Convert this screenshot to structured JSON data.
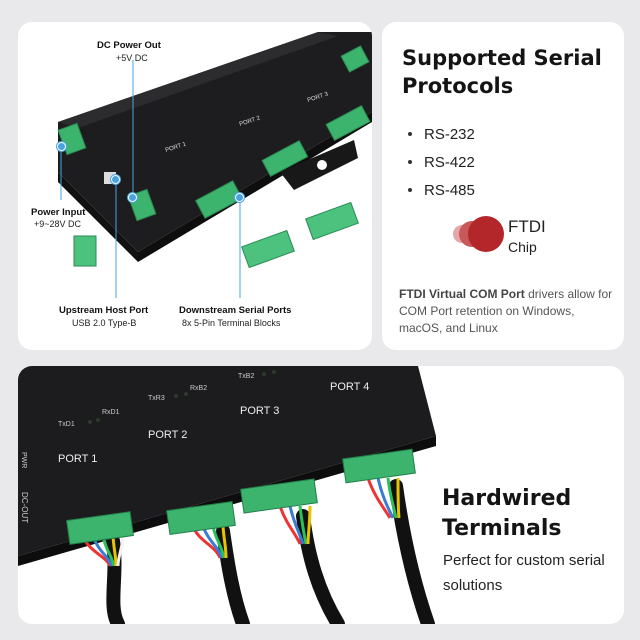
{
  "callouts": {
    "dc_out": {
      "title": "DC Power Out",
      "sub": "+5V DC"
    },
    "power_in": {
      "title": "Power Input",
      "sub": "+9~28V DC"
    },
    "upstream": {
      "title": "Upstream Host Port",
      "sub": "USB 2.0 Type-B"
    },
    "downstream": {
      "title": "Downstream Serial Ports",
      "sub": "8x 5-Pin Terminal Blocks"
    }
  },
  "protocols": {
    "title": "Supported Serial Protocols",
    "items": [
      "RS-232",
      "RS-422",
      "RS-485"
    ]
  },
  "ftdi": {
    "logo_text_1": "FTDI",
    "logo_text_2": "Chip",
    "bold": "FTDI Virtual COM Port",
    "rest": " drivers allow for COM Port retention on Windows, macOS, and Linux"
  },
  "hardwired": {
    "title": "Hardwired Terminals",
    "sub": "Perfect for custom serial solutions"
  },
  "device_labels": {
    "port1": "PORT 1",
    "port2": "PORT 2",
    "port3": "PORT 3",
    "port4": "PORT 4",
    "txd1": "TxD1",
    "rxd1": "RxD1",
    "txr3": "TxR3",
    "rxb2": "RxB2",
    "txb2": "TxB2",
    "dc_out": "DC-OUT",
    "pwr": "PWR"
  },
  "colors": {
    "accent": "#4aa3df",
    "device": "#1c1c1e",
    "terminal": "#3cb46e",
    "ftdi_red": "#b3262a"
  }
}
